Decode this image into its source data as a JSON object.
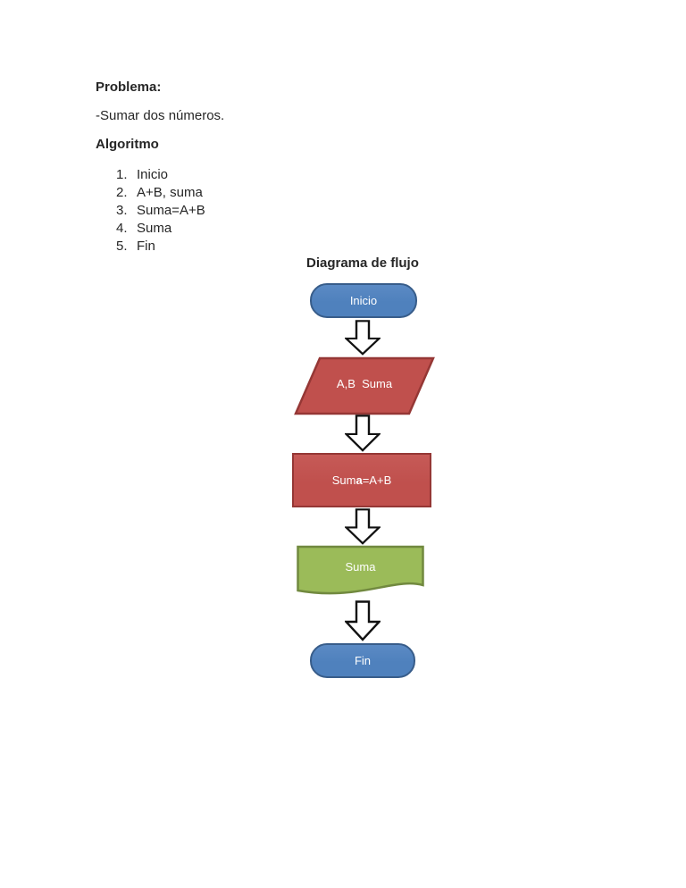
{
  "document": {
    "problem_heading": "Problema:",
    "problem_text": "-Sumar dos números.",
    "algorithm_heading": "Algoritmo",
    "algorithm_steps": [
      {
        "num": "1.",
        "text": "Inicio"
      },
      {
        "num": "2.",
        "text": "A+B, suma"
      },
      {
        "num": "3.",
        "text": "Suma=A+B"
      },
      {
        "num": "4.",
        "text": "Suma"
      },
      {
        "num": "5.",
        "text": "Fin"
      }
    ]
  },
  "flowchart": {
    "title": "Diagrama de flujo",
    "nodes": {
      "start": {
        "label": "Inicio",
        "shape": "terminator",
        "fill": "#4f81bd",
        "stroke": "#385d8a",
        "text_color": "#ffffff"
      },
      "input": {
        "label": "A,B  Suma",
        "shape": "parallelogram",
        "fill": "#c0504d",
        "stroke": "#953735",
        "text_color": "#ffffff"
      },
      "process": {
        "label_pre": "Sum",
        "label_bold": "a",
        "label_post": "=A+B",
        "shape": "rectangle",
        "fill": "#c0504d",
        "stroke": "#953735",
        "text_color": "#ffffff"
      },
      "output": {
        "label": "Suma",
        "shape": "document",
        "fill": "#9bbb59",
        "stroke": "#71893f",
        "text_color": "#ffffff"
      },
      "end": {
        "label": "Fin",
        "shape": "terminator",
        "fill": "#4f81bd",
        "stroke": "#385d8a",
        "text_color": "#ffffff"
      }
    },
    "connector_style": {
      "type": "block-arrow-down",
      "fill": "#ffffff",
      "stroke": "#111111"
    }
  }
}
